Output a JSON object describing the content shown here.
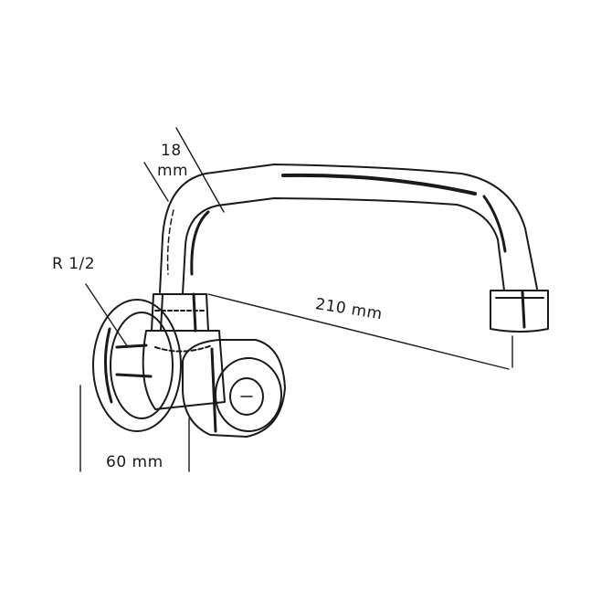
{
  "labels": {
    "pipe_diameter_value": "18",
    "pipe_diameter_unit": "mm",
    "thread": "R 1/2",
    "spout_reach": "210 mm",
    "wall_depth": "60 mm"
  },
  "colors": {
    "line": "#1a1a1a",
    "background": "#ffffff",
    "shade": "#2b2b2b"
  }
}
